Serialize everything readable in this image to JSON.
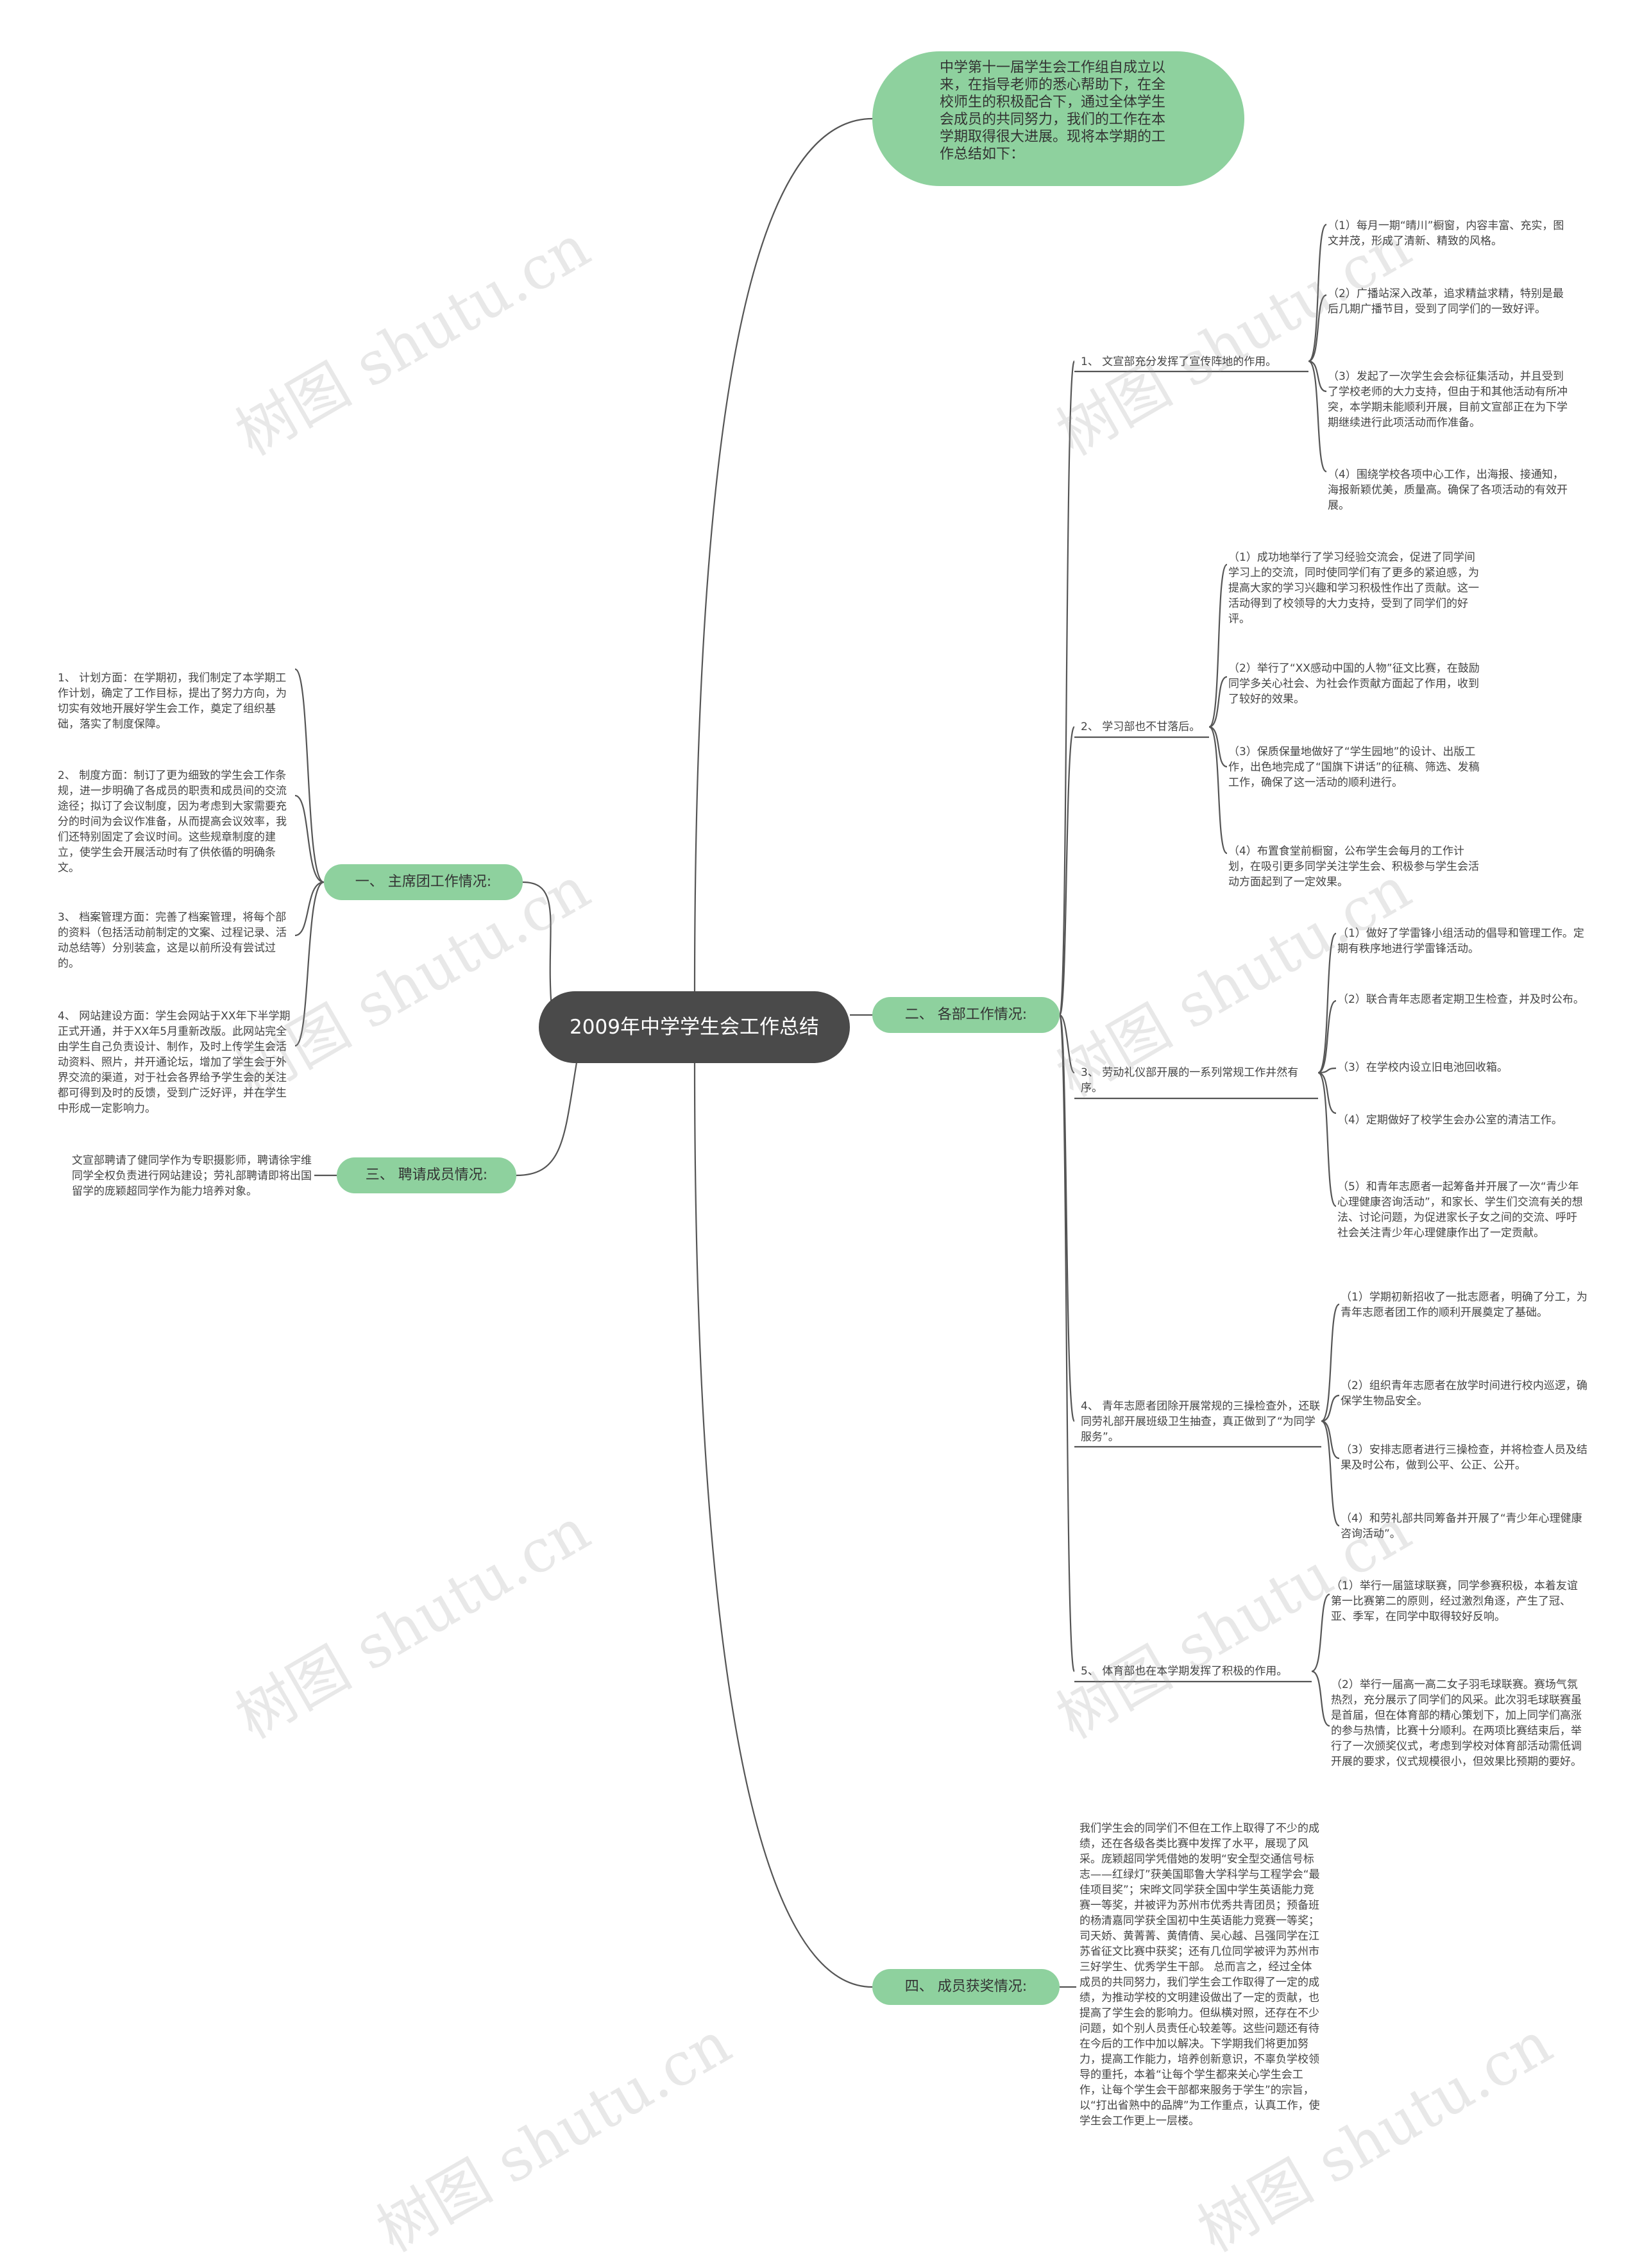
{
  "root": {
    "label": "2009年中学学生会工作总结"
  },
  "intro": {
    "text": "中学第十一届学生会工作组自成立以来，在指导老师的悉心帮助下，在全校师生的积极配合下，通过全体学生会成员的共同努力，我们的工作在本学期取得很大进展。现将本学期的工作总结如下："
  },
  "left": {
    "s1": {
      "label": "一、 主席团工作情况:",
      "items": [
        "1、 计划方面：在学期初，我们制定了本学期工作计划，确定了工作目标，提出了努力方向，为切实有效地开展好学生会工作，奠定了组织基础，落实了制度保障。",
        "2、 制度方面：制订了更为细致的学生会工作条规，进一步明确了各成员的职责和成员间的交流途径；拟订了会议制度，因为考虑到大家需要充分的时间为会议作准备，从而提高会议效率，我们还特别固定了会议时间。这些规章制度的建立，使学生会开展活动时有了供依循的明确条文。",
        "3、 档案管理方面：完善了档案管理，将每个部的资料（包括活动前制定的文案、过程记录、活动总结等）分别装盒，这是以前所没有尝试过的。",
        "4、 网站建设方面：学生会网站于XX年下半学期正式开通，并于XX年5月重新改版。此网站完全由学生自己负责设计、制作，及时上传学生会活动资料、照片，并开通论坛，增加了学生会于外界交流的渠道，对于社会各界给予学生会的关注都可得到及时的反馈，受到广泛好评，并在学生中形成一定影响力。"
      ]
    },
    "s3": {
      "label": "三、 聘请成员情况:",
      "text": "文宣部聘请了健同学作为专职摄影师，聘请徐宇维同学全权负责进行网站建设；劳礼部聘请即将出国留学的庞颖超同学作为能力培养对象。"
    }
  },
  "right": {
    "s2": {
      "label": "二、 各部工作情况:",
      "subs": [
        {
          "title": "1、 文宣部充分发挥了宣传阵地的作用。",
          "items": [
            "（1）每月一期“晴川”橱窗，内容丰富、充实，图文并茂，形成了清新、精致的风格。",
            "（2）广播站深入改革，追求精益求精，特别是最后几期广播节目，受到了同学们的一致好评。",
            "（3）发起了一次学生会会标征集活动，并且受到了学校老师的大力支持，但由于和其他活动有所冲突，本学期未能顺利开展，目前文宣部正在为下学期继续进行此项活动而作准备。",
            "（4）围绕学校各项中心工作，出海报、接通知，海报新颖优美，质量高。确保了各项活动的有效开展。"
          ]
        },
        {
          "title": "2、 学习部也不甘落后。",
          "items": [
            "（1）成功地举行了学习经验交流会，促进了同学间学习上的交流，同时使同学们有了更多的紧迫感，为提高大家的学习兴趣和学习积极性作出了贡献。这一活动得到了校领导的大力支持，受到了同学们的好评。",
            "（2）举行了“XX感动中国的人物”征文比赛，在鼓励同学多关心社会、为社会作贡献方面起了作用，收到了较好的效果。",
            "（3）保质保量地做好了“学生园地”的设计、出版工作，出色地完成了“国旗下讲话”的征稿、筛选、发稿工作，确保了这一活动的顺利进行。",
            "（4）布置食堂前橱窗，公布学生会每月的工作计划，在吸引更多同学关注学生会、积极参与学生会活动方面起到了一定效果。"
          ]
        },
        {
          "title": "3、 劳动礼仪部开展的一系列常规工作井然有序。",
          "items": [
            "（1）做好了学雷锋小组活动的倡导和管理工作。定期有秩序地进行学雷锋活动。",
            "（2）联合青年志愿者定期卫生检查，并及时公布。",
            "（3）在学校内设立旧电池回收箱。",
            "（4）定期做好了校学生会办公室的清洁工作。",
            "（5）和青年志愿者一起筹备并开展了一次“青少年心理健康咨询活动”，和家长、学生们交流有关的想法、讨论问题，为促进家长子女之间的交流、呼吁社会关注青少年心理健康作出了一定贡献。"
          ]
        },
        {
          "title": "4、 青年志愿者团除开展常规的三操检查外，还联同劳礼部开展班级卫生抽查，真正做到了“为同学服务”。",
          "items": [
            "（1）学期初新招收了一批志愿者，明确了分工，为青年志愿者团工作的顺利开展奠定了基础。",
            "（2）组织青年志愿者在放学时间进行校内巡逻，确保学生物品安全。",
            "（3）安排志愿者进行三操检查，并将检查人员及结果及时公布，做到公平、公正、公开。",
            "（4）和劳礼部共同筹备并开展了“青少年心理健康咨询活动”。"
          ]
        },
        {
          "title": "5、 体育部也在本学期发挥了积极的作用。",
          "items": [
            "（1）举行一届篮球联赛，同学参赛积极，本着友谊第一比赛第二的原则，经过激烈角逐，产生了冠、亚、季军，在同学中取得较好反响。",
            "（2）举行一届高一高二女子羽毛球联赛。赛场气氛热烈，充分展示了同学们的风采。此次羽毛球联赛虽是首届，但在体育部的精心策划下，加上同学们高涨的参与热情，比赛十分顺利。在两项比赛结束后，举行了一次颁奖仪式，考虑到学校对体育部活动需低调开展的要求，仪式规模很小，但效果比预期的要好。"
          ]
        }
      ]
    },
    "s4": {
      "label": "四、 成员获奖情况:",
      "text": "我们学生会的同学们不但在工作上取得了不少的成绩，还在各级各类比赛中发挥了水平，展现了风采。庞颖超同学凭借她的发明“安全型交通信号标志——红绿灯”获美国耶鲁大学科学与工程学会“最佳项目奖”；宋晔文同学获全国中学生英语能力竞赛一等奖，并被评为苏州市优秀共青团员；预备班的杨清嘉同学获全国初中生英语能力竞赛一等奖；司天娇、黄菁菁、黄倩倩、吴心越、吕强同学在江苏省征文比赛中获奖；还有几位同学被评为苏州市三好学生、优秀学生干部。 总而言之，经过全体成员的共同努力，我们学生会工作取得了一定的成绩，为推动学校的文明建设做出了一定的贡献，也提高了学生会的影响力。但纵横对照，还存在不少问题，如个别人员责任心较差等。这些问题还有待在今后的工作中加以解决。下学期我们将更加努力，提高工作能力，培养创新意识，不辜负学校领导的重托，本着“让每个学生都来关心学生会工作，让每个学生会干部都来服务于学生”的宗旨，以“打出省熟中的品牌”为工作重点，认真工作，使学生会工作更上一层楼。"
    }
  },
  "watermark": {
    "text": "树图 shutu.cn"
  },
  "colors": {
    "root_bg": "#4a4a4a",
    "node_bg": "#8ed19e",
    "line": "#555555"
  }
}
